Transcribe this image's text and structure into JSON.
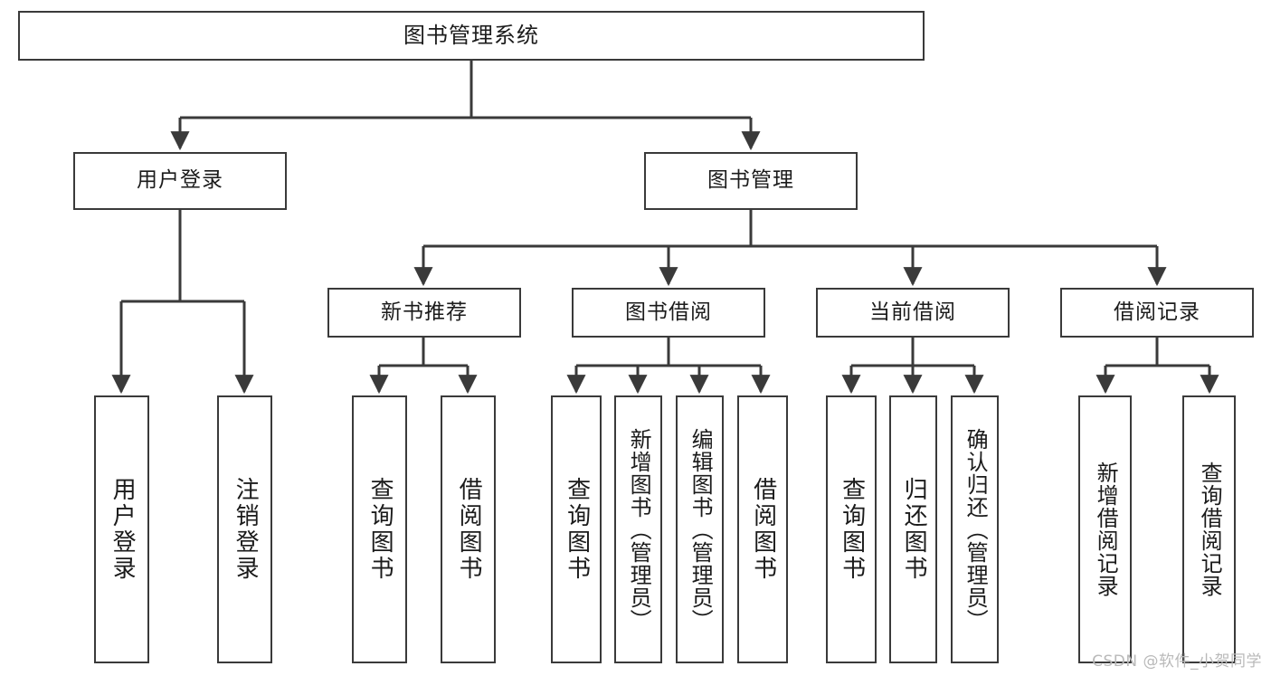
{
  "diagram": {
    "type": "tree",
    "title": "图书管理系统",
    "watermark": "CSDN @软件_小贺同学",
    "colors": {
      "box_border": "#3a3a3a",
      "box_fill": "#ffffff",
      "edge": "#3a3a3a",
      "text": "#1b1b1b",
      "watermark": "#b9b9b9",
      "background": "#ffffff"
    },
    "root": {
      "id": "root",
      "label": "图书管理系统"
    },
    "level1": [
      {
        "id": "user-login",
        "label": "用户登录"
      },
      {
        "id": "book-manage",
        "label": "图书管理"
      }
    ],
    "level2": [
      {
        "id": "new-book-rec",
        "label": "新书推荐",
        "parent": "book-manage"
      },
      {
        "id": "book-borrow",
        "label": "图书借阅",
        "parent": "book-manage"
      },
      {
        "id": "current-borrow",
        "label": "当前借阅",
        "parent": "book-manage"
      },
      {
        "id": "borrow-record",
        "label": "借阅记录",
        "parent": "book-manage"
      }
    ],
    "leaves": [
      {
        "id": "leaf-user-login",
        "label": "用户登录",
        "parent": "user-login"
      },
      {
        "id": "leaf-logout",
        "label": "注销登录",
        "parent": "user-login"
      },
      {
        "id": "leaf-query-book-1",
        "label": "查询图书",
        "parent": "new-book-rec"
      },
      {
        "id": "leaf-borrow-book-1",
        "label": "借阅图书",
        "parent": "new-book-rec"
      },
      {
        "id": "leaf-query-book-2",
        "label": "查询图书",
        "parent": "book-borrow"
      },
      {
        "id": "leaf-add-book",
        "label": "新增图书（管理员）",
        "parent": "book-borrow"
      },
      {
        "id": "leaf-edit-book",
        "label": "编辑图书（管理员）",
        "parent": "book-borrow"
      },
      {
        "id": "leaf-borrow-book-2",
        "label": "借阅图书",
        "parent": "book-borrow"
      },
      {
        "id": "leaf-query-book-3",
        "label": "查询图书",
        "parent": "current-borrow"
      },
      {
        "id": "leaf-return-book",
        "label": "归还图书",
        "parent": "current-borrow"
      },
      {
        "id": "leaf-confirm-return",
        "label": "确认归还（管理员）",
        "parent": "current-borrow"
      },
      {
        "id": "leaf-add-record",
        "label": "新增借阅记录",
        "parent": "borrow-record"
      },
      {
        "id": "leaf-query-record",
        "label": "查询借阅记录",
        "parent": "borrow-record"
      }
    ]
  }
}
